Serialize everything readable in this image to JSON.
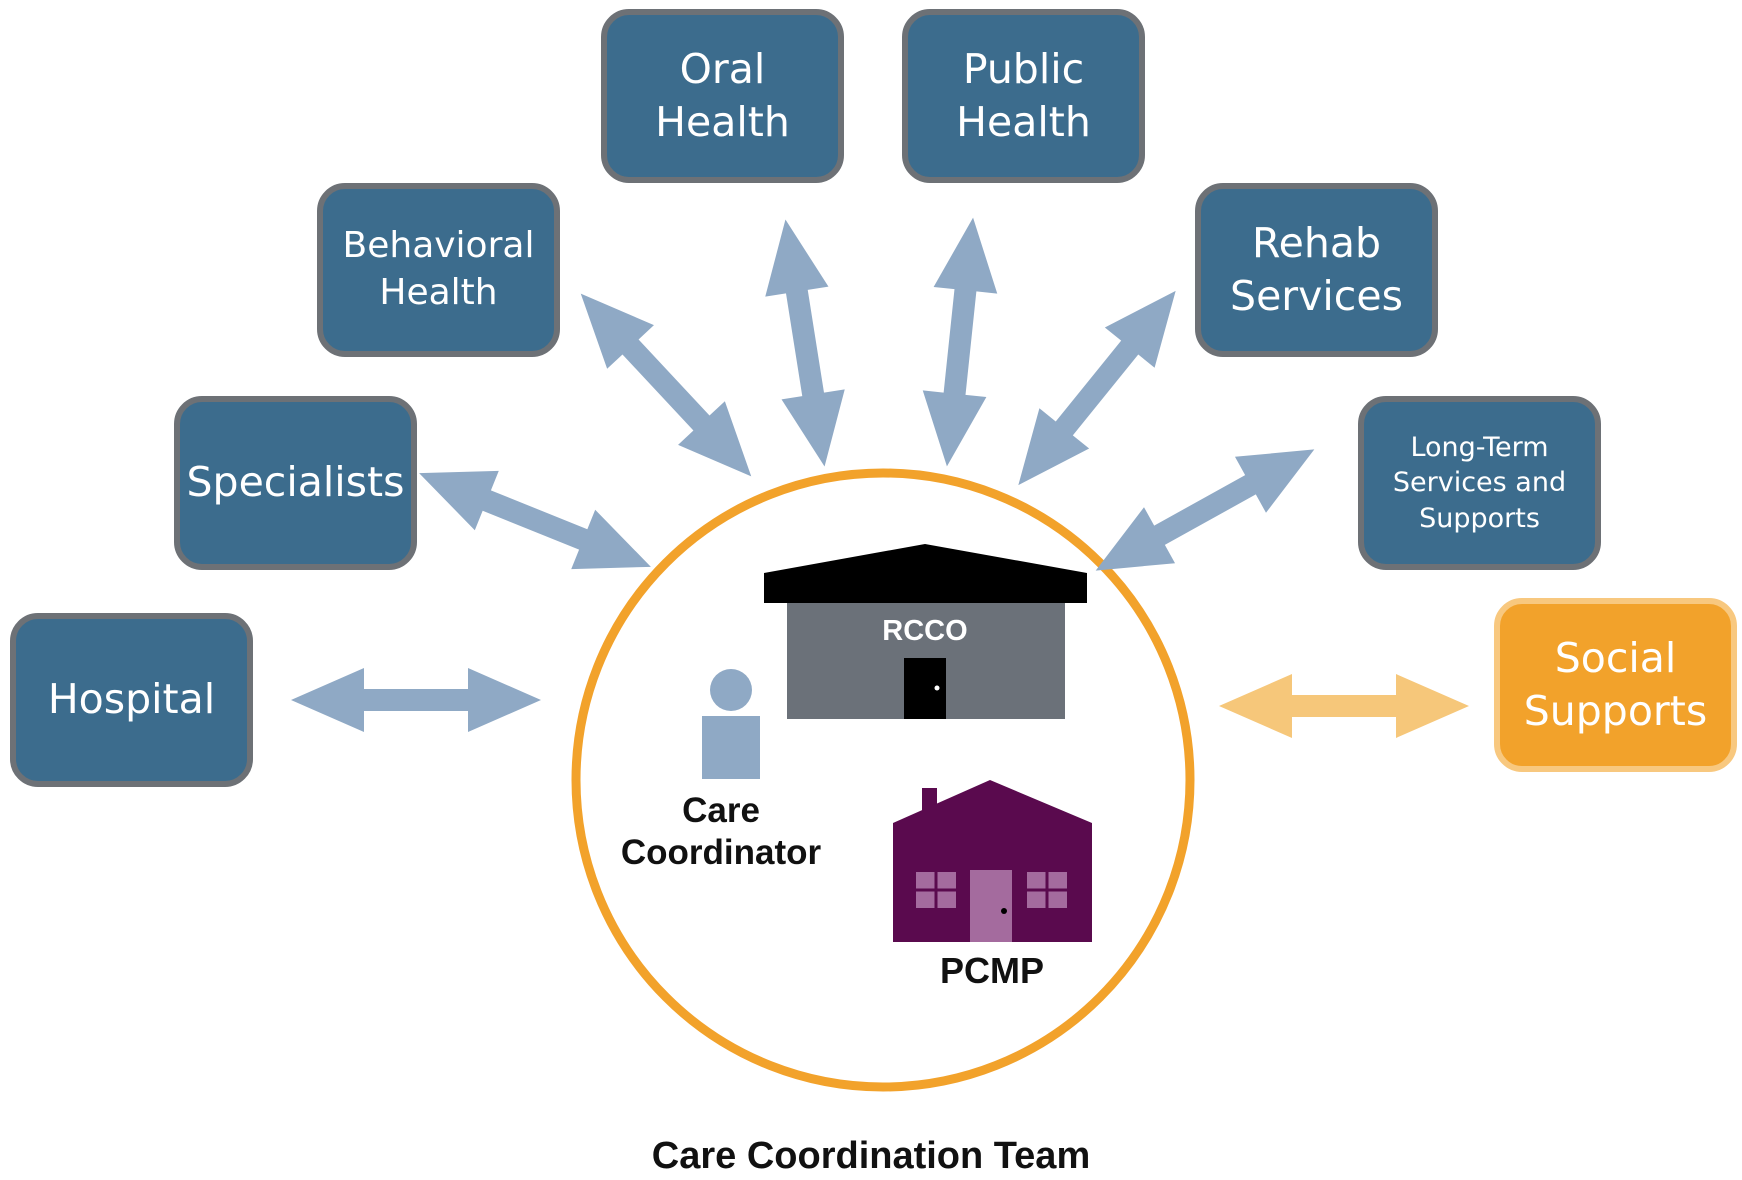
{
  "title": "Care Coordination Team",
  "nodes": {
    "hospital": "Hospital",
    "specialists": "Specialists",
    "behavioral_health": "Behavioral\nHealth",
    "oral_health": "Oral\nHealth",
    "public_health": "Public\nHealth",
    "rehab_services": "Rehab\nServices",
    "long_term": "Long-Term\nServices and\nSupports",
    "social_supports": "Social\nSupports"
  },
  "center": {
    "rcco": "RCCO",
    "care_coordinator": "Care\nCoordinator",
    "pcmp": "PCMP"
  },
  "colors": {
    "node_fill": "#3c6c8d",
    "node_border": "#6d7176",
    "arrow": "#8fa9c5",
    "social_fill": "#f2a22b",
    "social_arrow": "#f6c77a",
    "circle": "#f2a22b",
    "rcco_building": "#6b7179",
    "pcmp_house": "#5a0a4e",
    "care_coordinator_figure": "#8fa9c5"
  },
  "icons": [
    "rcco-building-icon",
    "pcmp-house-icon",
    "care-coordinator-person-icon"
  ]
}
